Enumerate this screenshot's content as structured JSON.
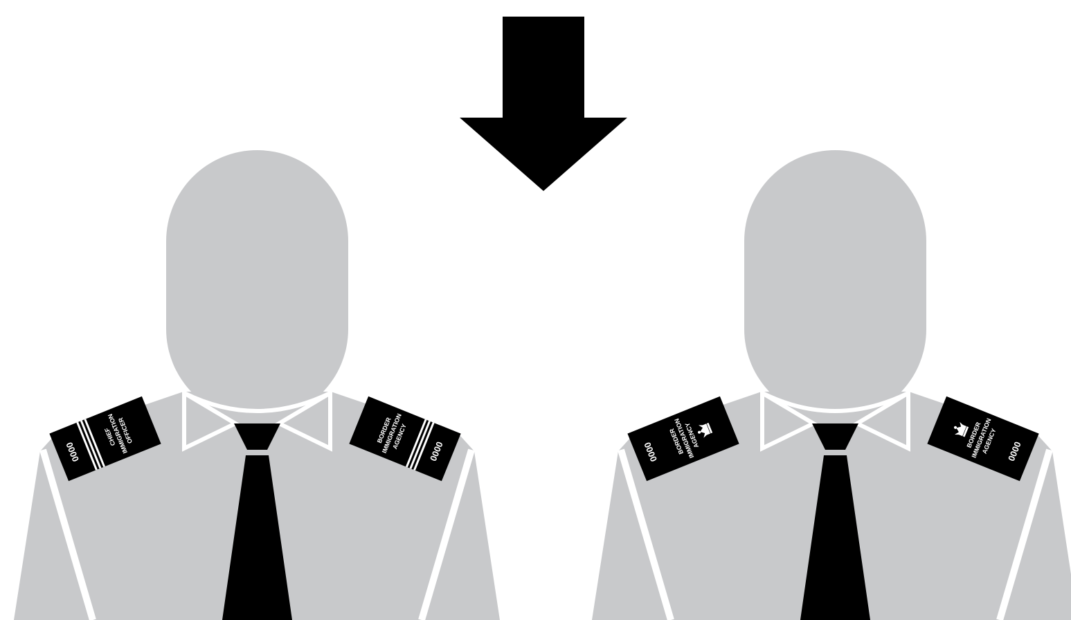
{
  "colors": {
    "background": "#ffffff",
    "silhouette": "#c8c9cb",
    "outline": "#ffffff",
    "ink": "#000000",
    "epaulette_text": "#ffffff"
  },
  "arrow": {
    "icon": "arrow-down-icon",
    "direction": "down"
  },
  "figures": [
    {
      "id": "left",
      "epaulettes": [
        {
          "side": "left",
          "stripes": 3,
          "crown": false,
          "lines": [
            "CHIEF",
            "IMMIGRATION",
            "OFFICER"
          ],
          "number": "0000"
        },
        {
          "side": "right",
          "stripes": 3,
          "crown": false,
          "lines": [
            "BORDER",
            "IMMIGRATION",
            "AGENCY"
          ],
          "number": "0000"
        }
      ]
    },
    {
      "id": "right",
      "epaulettes": [
        {
          "side": "left",
          "stripes": 0,
          "crown": true,
          "lines": [
            "BORDER",
            "IMMIGRATION",
            "AGENCY"
          ],
          "number": "0000"
        },
        {
          "side": "right",
          "stripes": 0,
          "crown": true,
          "lines": [
            "BORDER",
            "IMMIGRATION",
            "AGENCY"
          ],
          "number": "0000"
        }
      ]
    }
  ]
}
